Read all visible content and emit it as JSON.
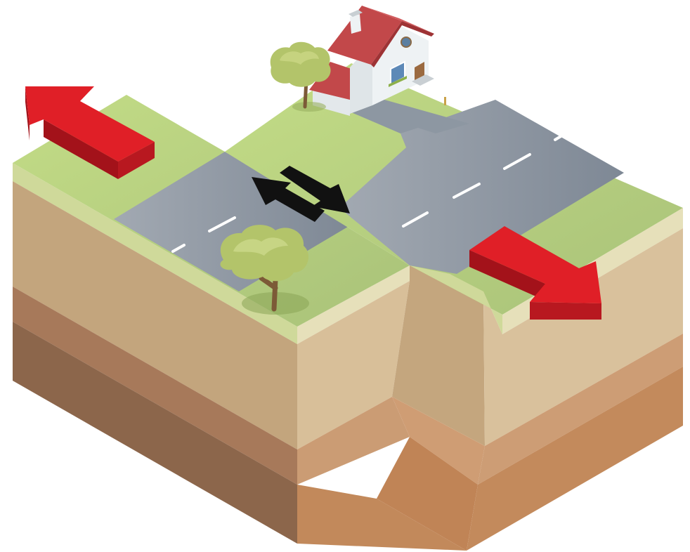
{
  "diagram": {
    "subject": "strike-slip-fault-block",
    "labels": [],
    "elements": {
      "arrows": [
        {
          "name": "plate-motion-arrow-left",
          "direction": "up-left",
          "color": "#e01f27"
        },
        {
          "name": "plate-motion-arrow-right",
          "direction": "down-right",
          "color": "#e01f27"
        },
        {
          "name": "relative-motion-arrows",
          "direction": "opposing",
          "color": "#111111"
        }
      ],
      "layers": [
        "grass",
        "topsoil",
        "sand",
        "clay",
        "bedrock"
      ]
    },
    "colors": {
      "grass": "#b6cf7e",
      "road": "#8e98a3",
      "arrow_red": "#e01f27",
      "arrow_dark": "#a3121a",
      "roof": "#c2484a",
      "house_wall": "#eef2f4",
      "tree_foliage": "#b3c46a",
      "trunk": "#7c5a37"
    }
  }
}
